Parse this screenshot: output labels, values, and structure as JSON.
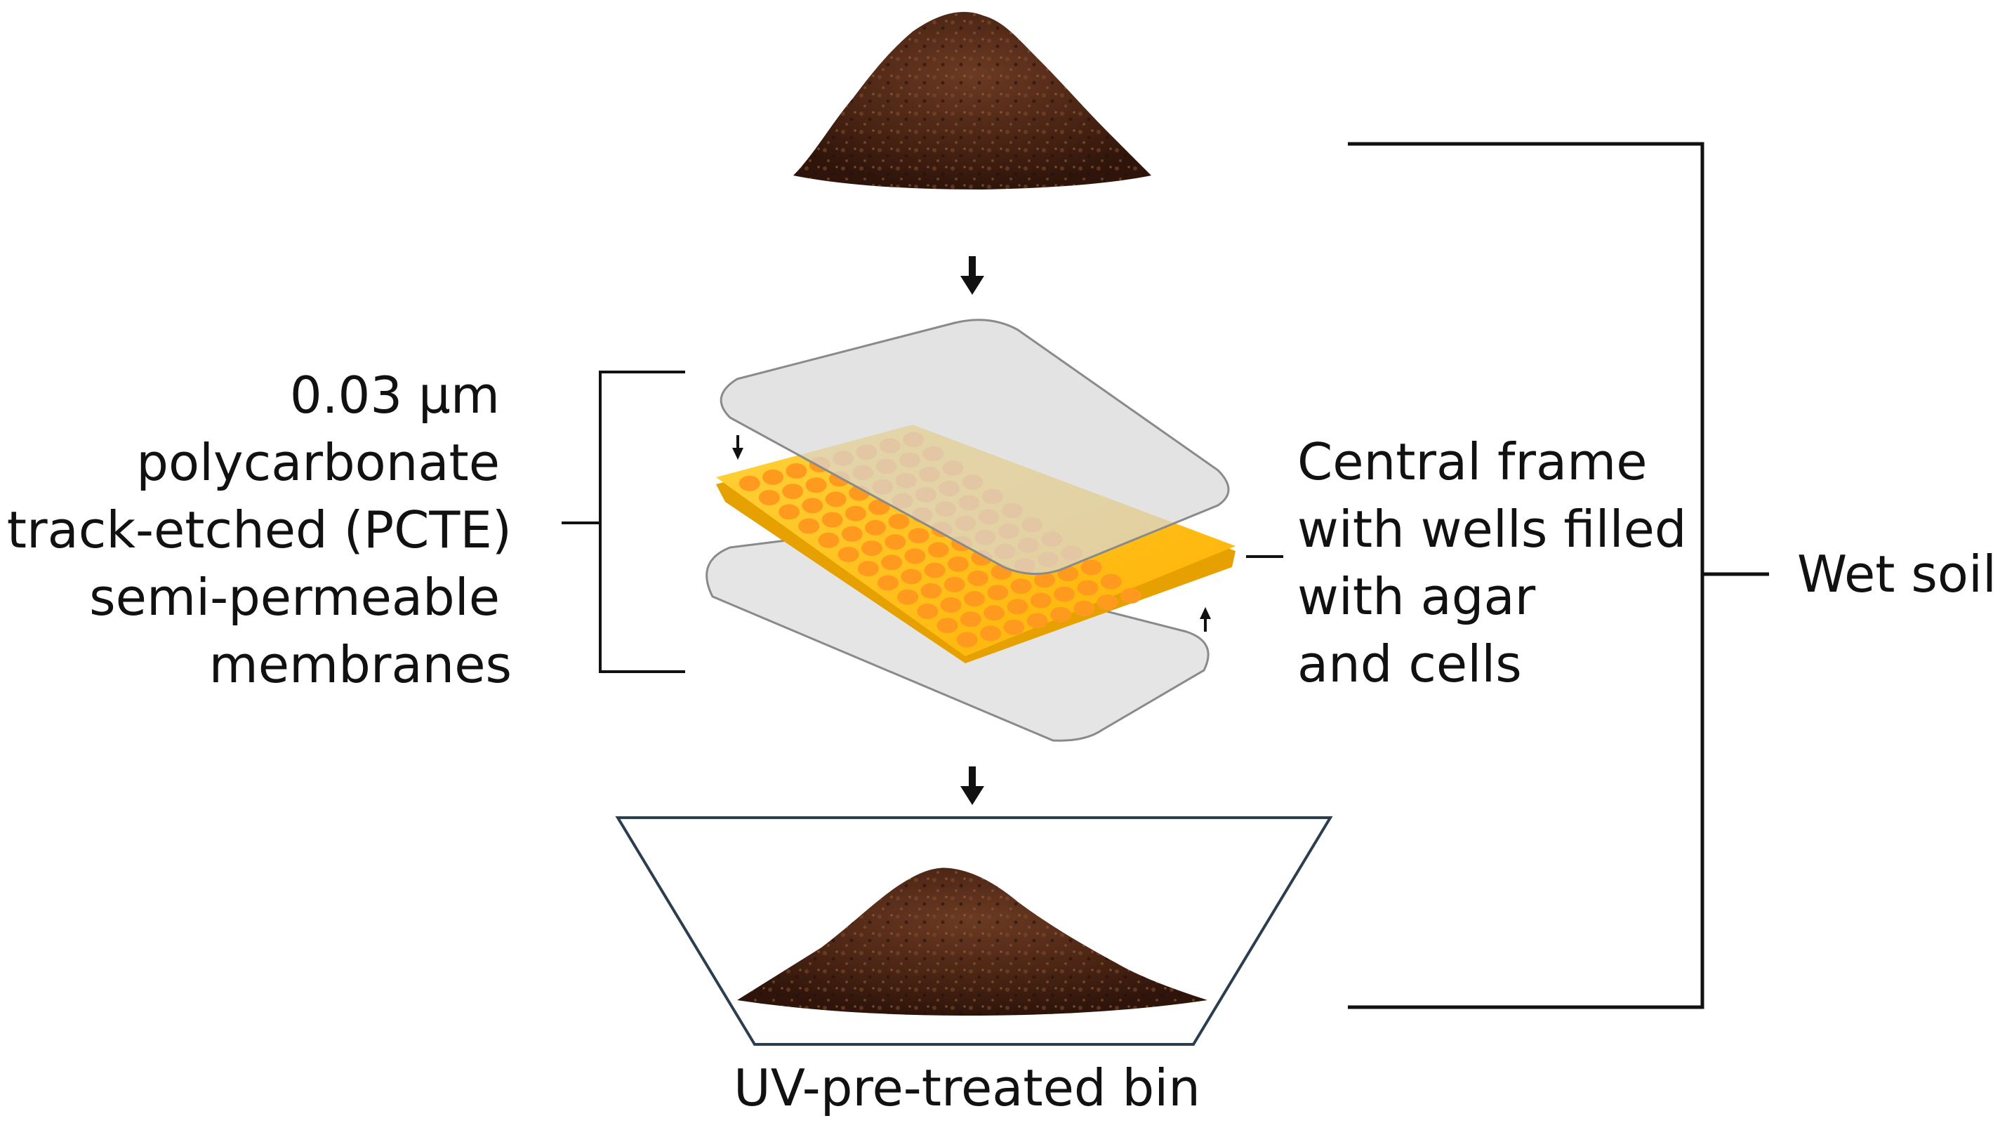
{
  "left_label": {
    "lines": [
      "0.03 µm",
      "polycarbonate",
      "track-etched (PCTE)",
      "semi-permeable",
      "membranes"
    ]
  },
  "right_label": {
    "lines": [
      "Central frame",
      "with wells filled",
      "with agar",
      "and cells"
    ]
  },
  "side_label": "Wet soil",
  "bottom_label": "UV-pre-treated bin",
  "colors": {
    "soil_dark": "#3a1d12",
    "soil_mid": "#5a2f1c",
    "soil_light": "#7a4a2e",
    "frame_yellow": "#ffc21a",
    "well_orange": "#ff9a1f",
    "membrane_fill": "#e3e3e3",
    "membrane_stroke": "#8a8a8a",
    "bin_stroke": "#2b3e4f",
    "line": "#111111"
  }
}
